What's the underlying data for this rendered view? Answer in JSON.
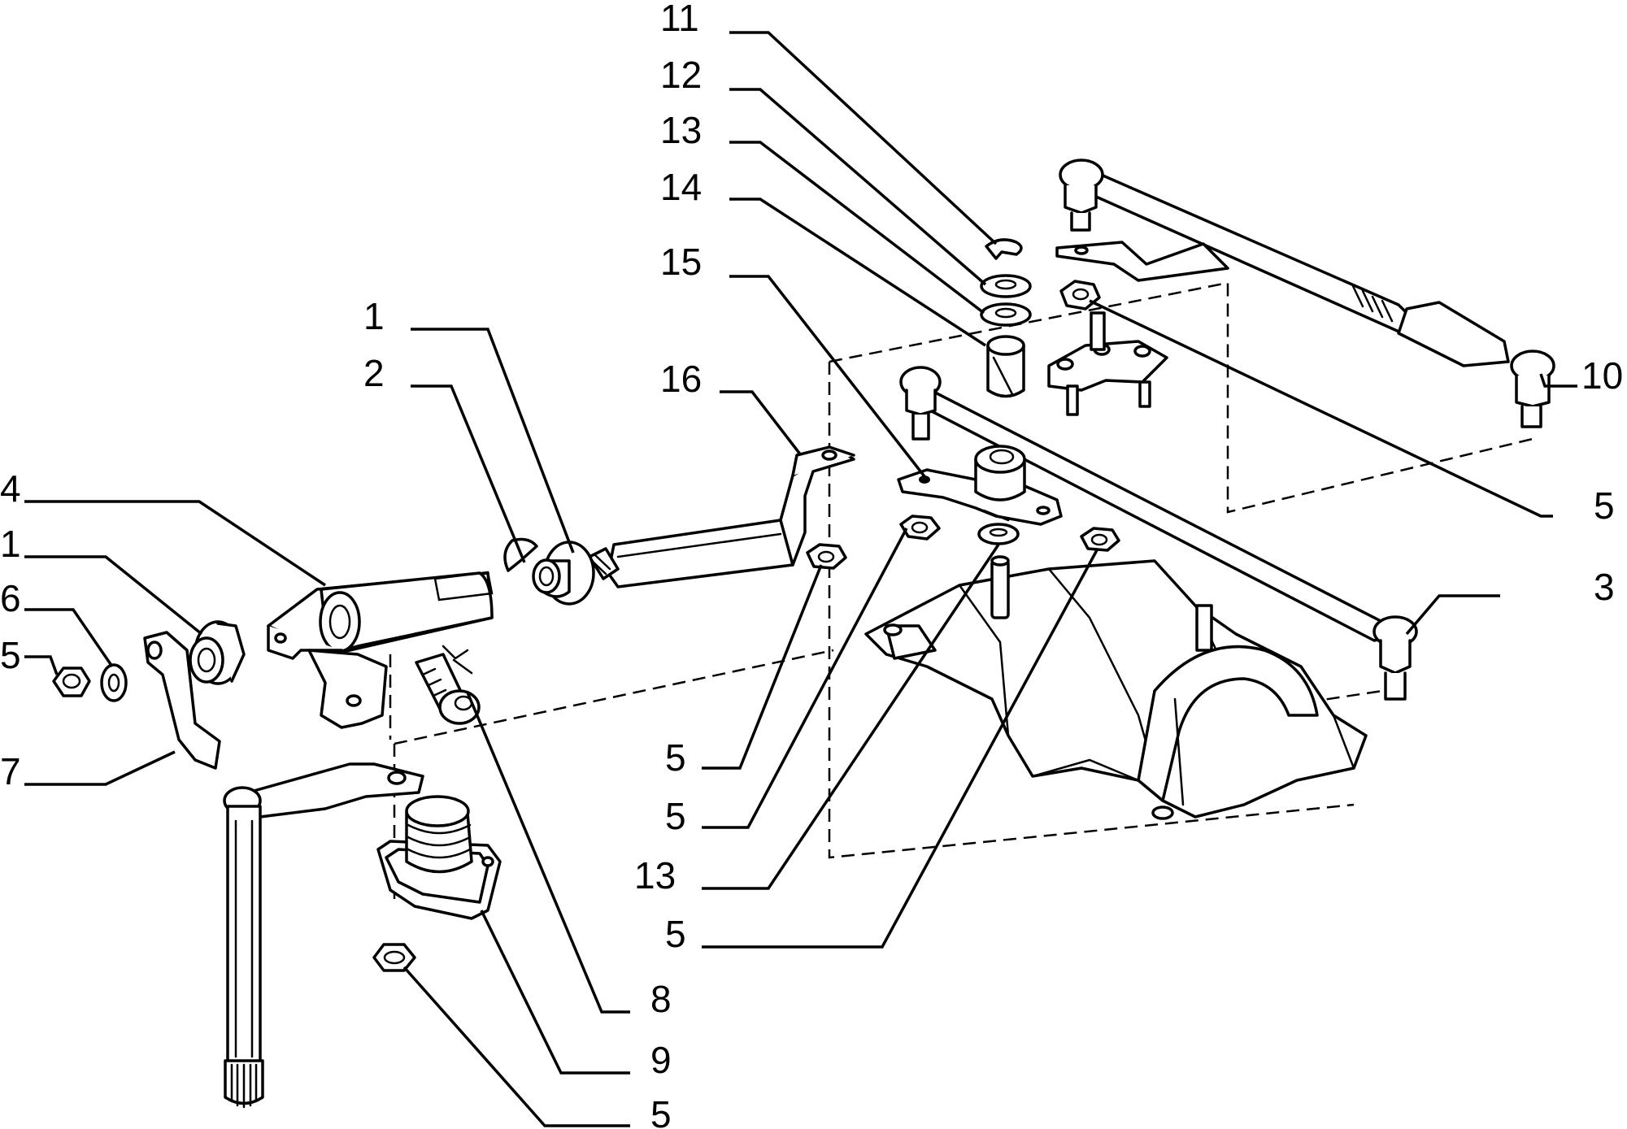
{
  "callouts": [
    {
      "id": "c-11a",
      "label": "11"
    },
    {
      "id": "c-12a",
      "label": "12"
    },
    {
      "id": "c-13a",
      "label": "13"
    },
    {
      "id": "c-14a",
      "label": "14"
    },
    {
      "id": "c-15a",
      "label": "15"
    },
    {
      "id": "c-16a",
      "label": "16"
    },
    {
      "id": "c-1a",
      "label": "1"
    },
    {
      "id": "c-2a",
      "label": "2"
    },
    {
      "id": "c-4a",
      "label": "4"
    },
    {
      "id": "c-1b",
      "label": "1"
    },
    {
      "id": "c-6a",
      "label": "6"
    },
    {
      "id": "c-5a",
      "label": "5"
    },
    {
      "id": "c-7a",
      "label": "7"
    },
    {
      "id": "c-10a",
      "label": "10"
    },
    {
      "id": "c-5b",
      "label": "5"
    },
    {
      "id": "c-3a",
      "label": "3"
    },
    {
      "id": "c-5c",
      "label": "5"
    },
    {
      "id": "c-5d",
      "label": "5"
    },
    {
      "id": "c-13b",
      "label": "13"
    },
    {
      "id": "c-5e",
      "label": "5"
    },
    {
      "id": "c-8a",
      "label": "8"
    },
    {
      "id": "c-9a",
      "label": "9"
    },
    {
      "id": "c-5f",
      "label": "5"
    }
  ]
}
